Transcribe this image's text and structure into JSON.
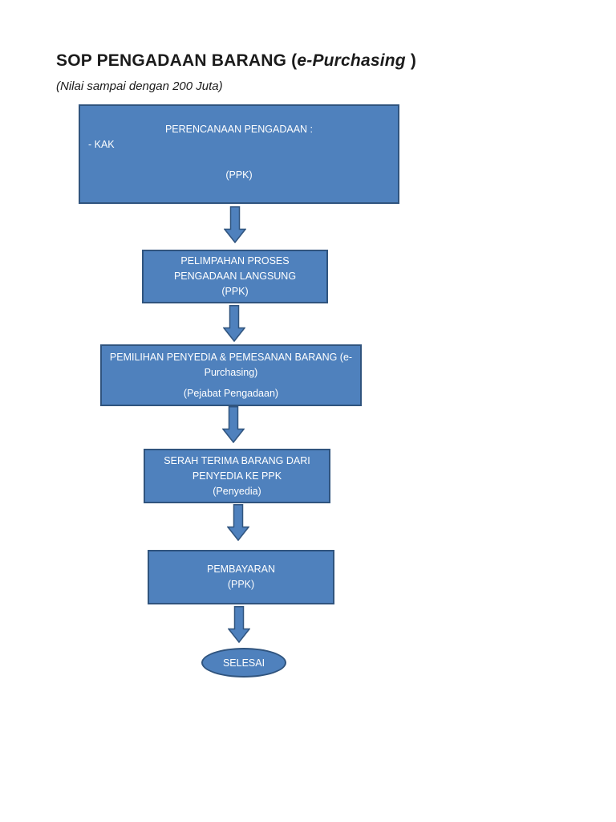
{
  "header": {
    "title_prefix": "SOP PENGADAAN BARANG (",
    "title_emphasis": "e-Purchasing",
    "title_suffix": " )",
    "subtitle": "(Nilai sampai dengan 200 Juta)"
  },
  "colors": {
    "shape_fill": "#4f81bd",
    "shape_border": "#30547e",
    "node_text": "#ffffff",
    "title_color": "#1b1b1b",
    "page_bg": "#ffffff"
  },
  "flowchart": {
    "nodes": [
      {
        "id": "perencanaan",
        "title": "PERENCANAAN PENGADAAN :",
        "note": "- KAK",
        "actor": "(PPK)"
      },
      {
        "id": "pelimpahan",
        "title": "PELIMPAHAN PROSES PENGADAAN LANGSUNG",
        "actor": "(PPK)"
      },
      {
        "id": "pemilihan",
        "title": "PEMILIHAN PENYEDIA & PEMESANAN BARANG (e-Purchasing)",
        "actor": "(Pejabat Pengadaan)"
      },
      {
        "id": "serah-terima",
        "title": "SERAH TERIMA BARANG DARI PENYEDIA KE PPK",
        "actor": "(Penyedia)"
      },
      {
        "id": "pembayaran",
        "title": "PEMBAYARAN",
        "actor": "(PPK)"
      }
    ],
    "terminator": {
      "label": "SELESAI"
    },
    "connector_count": 5
  }
}
